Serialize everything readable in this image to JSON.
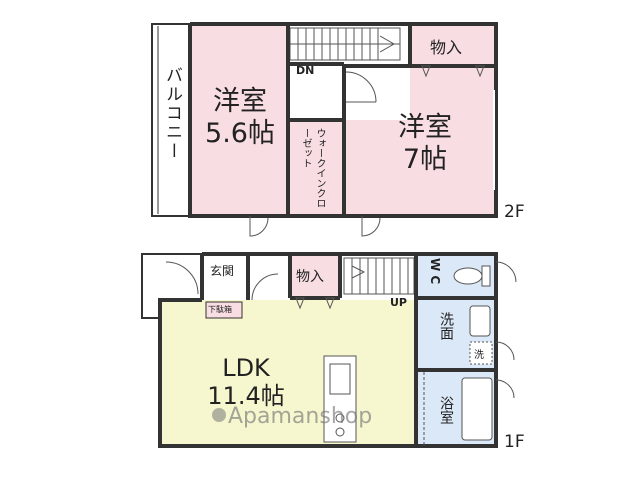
{
  "colors": {
    "pink": "#f8dde2",
    "yellow": "#f6f6cf",
    "blue": "#dbe8f7",
    "white": "#ffffff",
    "wall": "#333333",
    "stair_line": "#555555"
  },
  "floors": {
    "upper": {
      "label": "2F",
      "rooms": [
        {
          "id": "western-room-small",
          "name": "洋室",
          "size": "5.6帖"
        },
        {
          "id": "western-room-large",
          "name": "洋室",
          "size": "7帖"
        },
        {
          "id": "walk-in-closet",
          "name": "ウォークインクローゼット"
        },
        {
          "id": "storage-2f",
          "name": "物入"
        },
        {
          "id": "balcony",
          "name": "バルコニー"
        }
      ],
      "stair_label": "DN"
    },
    "lower": {
      "label": "1F",
      "rooms": [
        {
          "id": "ldk",
          "name": "LDK",
          "size": "11.4帖"
        },
        {
          "id": "entrance",
          "name": "玄関"
        },
        {
          "id": "shoe-box",
          "name": "下駄箱"
        },
        {
          "id": "storage-1f",
          "name": "物入"
        },
        {
          "id": "toilet",
          "name": "W C"
        },
        {
          "id": "washroom",
          "name": "洗面"
        },
        {
          "id": "washer",
          "name": "洗"
        },
        {
          "id": "bathroom",
          "name": "浴室"
        }
      ],
      "stair_label": "UP"
    }
  },
  "watermark": "Apamanshop"
}
